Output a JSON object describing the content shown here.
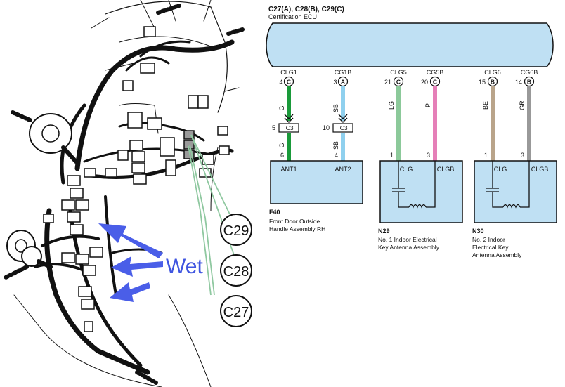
{
  "left_illustration": {
    "callouts": [
      "C29",
      "C28",
      "C27"
    ],
    "wet_label": "Wet",
    "arrow_color": "#4a5ee8",
    "leader_color": "#8fc8a0"
  },
  "ecu": {
    "title": "C27(A), C28(B), C29(C)",
    "subtitle": "Certification ECU",
    "fill": "#bfe0f3",
    "pins": [
      {
        "label": "CLG1",
        "num": "4",
        "conn": "C"
      },
      {
        "label": "CG1B",
        "num": "3",
        "conn": "A"
      },
      {
        "label": "CLG5",
        "num": "21",
        "conn": "C"
      },
      {
        "label": "CG5B",
        "num": "20",
        "conn": "C"
      },
      {
        "label": "CLG6",
        "num": "15",
        "conn": "B"
      },
      {
        "label": "CG6B",
        "num": "14",
        "conn": "B"
      }
    ]
  },
  "wires": [
    {
      "color_code": "G",
      "color": "#1a9a3a",
      "lower_code": "G"
    },
    {
      "color_code": "SB",
      "color": "#8fd0ee",
      "lower_code": "SB"
    },
    {
      "color_code": "LG",
      "color": "#8cc99a"
    },
    {
      "color_code": "P",
      "color": "#e57fb8"
    },
    {
      "color_code": "BE",
      "color": "#b9a48a"
    },
    {
      "color_code": "GR",
      "color": "#999999"
    }
  ],
  "junction": {
    "label": "IC3",
    "pins": [
      {
        "upper": "5",
        "lower": "6"
      },
      {
        "upper": "10",
        "lower": "4"
      }
    ]
  },
  "components": [
    {
      "id": "F40",
      "name_lines": [
        "Front Door Outside",
        "Handle Assembly RH"
      ],
      "pins": [
        {
          "label": "ANT1"
        },
        {
          "label": "ANT2"
        }
      ]
    },
    {
      "id": "N29",
      "name_lines": [
        "No. 1 Indoor Electrical",
        "Key Antenna Assembly"
      ],
      "pins": [
        {
          "num": "1",
          "label": "CLG"
        },
        {
          "num": "3",
          "label": "CLGB"
        }
      ]
    },
    {
      "id": "N30",
      "name_lines": [
        "No. 2 Indoor",
        "Electrical Key",
        "Antenna Assembly"
      ],
      "pins": [
        {
          "num": "1",
          "label": "CLG"
        },
        {
          "num": "3",
          "label": "CLGB"
        }
      ]
    }
  ]
}
